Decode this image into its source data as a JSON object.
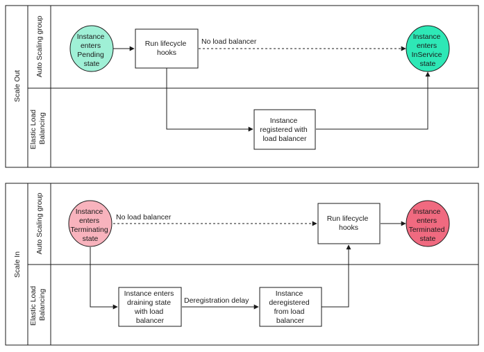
{
  "colors": {
    "pending_fill": "#9ff0d6",
    "inservice_fill": "#2ee8b6",
    "terminating_fill": "#f8b3bd",
    "terminated_fill": "#f06a80",
    "stroke": "#1a1a1a"
  },
  "scale_out": {
    "title": "Scale Out",
    "lane_top": "Auto Scaling group",
    "lane_bottom": [
      "Elastic Load",
      "Balancing"
    ],
    "start_state": [
      "Instance",
      "enters",
      "Pending",
      "state"
    ],
    "hooks": [
      "Run lifecycle",
      "hooks"
    ],
    "no_lb_label": "No load balancer",
    "registered": [
      "Instance",
      "registered with",
      "load balancer"
    ],
    "end_state": [
      "Instance",
      "enters",
      "InService",
      "state"
    ]
  },
  "scale_in": {
    "title": "Scale In",
    "lane_top": "Auto Scaling group",
    "lane_bottom": [
      "Elastic Load",
      "Balancing"
    ],
    "start_state": [
      "Instance",
      "enters",
      "Terminating",
      "state"
    ],
    "no_lb_label": "No load balancer",
    "hooks": [
      "Run lifecycle",
      "hooks"
    ],
    "end_state": [
      "Instance",
      "enters",
      "Terminated",
      "state"
    ],
    "draining": [
      "Instance enters",
      "draining state",
      "with load",
      "balancer"
    ],
    "delay_label": "Deregistration delay",
    "deregistered": [
      "Instance",
      "deregistered",
      "from load",
      "balancer"
    ]
  }
}
